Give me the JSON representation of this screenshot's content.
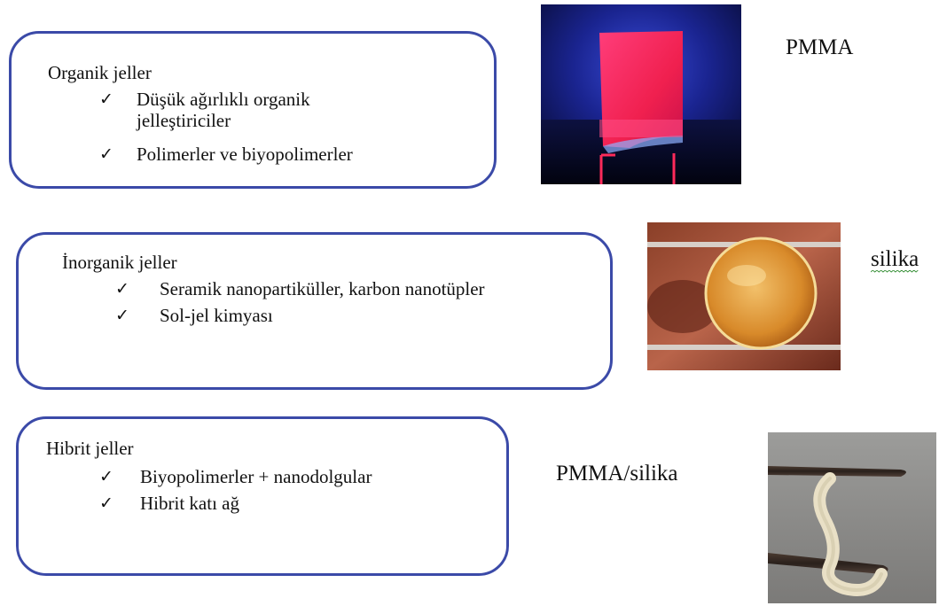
{
  "groups": [
    {
      "title": "Organik jeller",
      "items": [
        "Düşük ağırlıklı organik jelleştiriciler",
        "Polimerler ve biyopolimerler"
      ],
      "material": "PMMA",
      "photo_icon": "pink-pmma-gel-photo"
    },
    {
      "title": "İnorganik jeller",
      "items": [
        "Seramik nanopartiküller, karbon nanotüpler",
        "Sol-jel kimyası"
      ],
      "material": "silika",
      "photo_icon": "silica-disc-photo"
    },
    {
      "title": "Hibrit jeller",
      "items": [
        "Biyopolimerler + nanodolgular",
        "Hibrit katı ağ"
      ],
      "material": "PMMA/silika",
      "photo_icon": "hybrid-gel-strip-photo"
    }
  ],
  "check_symbol": "✓",
  "colors": {
    "box_border": "#3b4aa8",
    "text": "#111111",
    "spellcheck_underline": "#2e8b2e"
  }
}
